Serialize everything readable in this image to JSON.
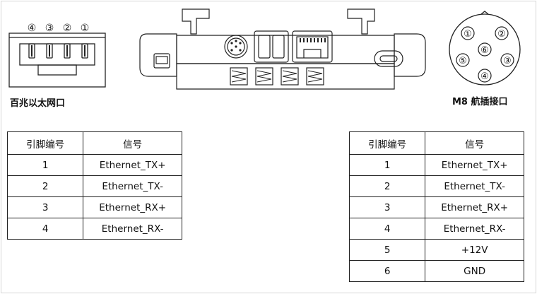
{
  "left_connector": {
    "caption": "百兆以太网口",
    "pin_labels": [
      "④",
      "③",
      "②",
      "①"
    ]
  },
  "right_connector": {
    "caption": "M8 航插接口",
    "pins": [
      "①",
      "②",
      "⑤",
      "⑥",
      "③",
      "④"
    ]
  },
  "left_table": {
    "headers": [
      "引脚编号",
      "信号"
    ],
    "rows": [
      [
        "1",
        "Ethernet_TX+"
      ],
      [
        "2",
        "Ethernet_TX-"
      ],
      [
        "3",
        "Ethernet_RX+"
      ],
      [
        "4",
        "Ethernet_RX-"
      ]
    ]
  },
  "right_table": {
    "headers": [
      "引脚编号",
      "信号"
    ],
    "rows": [
      [
        "1",
        "Ethernet_TX+"
      ],
      [
        "2",
        "Ethernet_TX-"
      ],
      [
        "3",
        "Ethernet_RX+"
      ],
      [
        "4",
        "Ethernet_RX-"
      ],
      [
        "5",
        "+12V"
      ],
      [
        "6",
        "GND"
      ]
    ]
  }
}
